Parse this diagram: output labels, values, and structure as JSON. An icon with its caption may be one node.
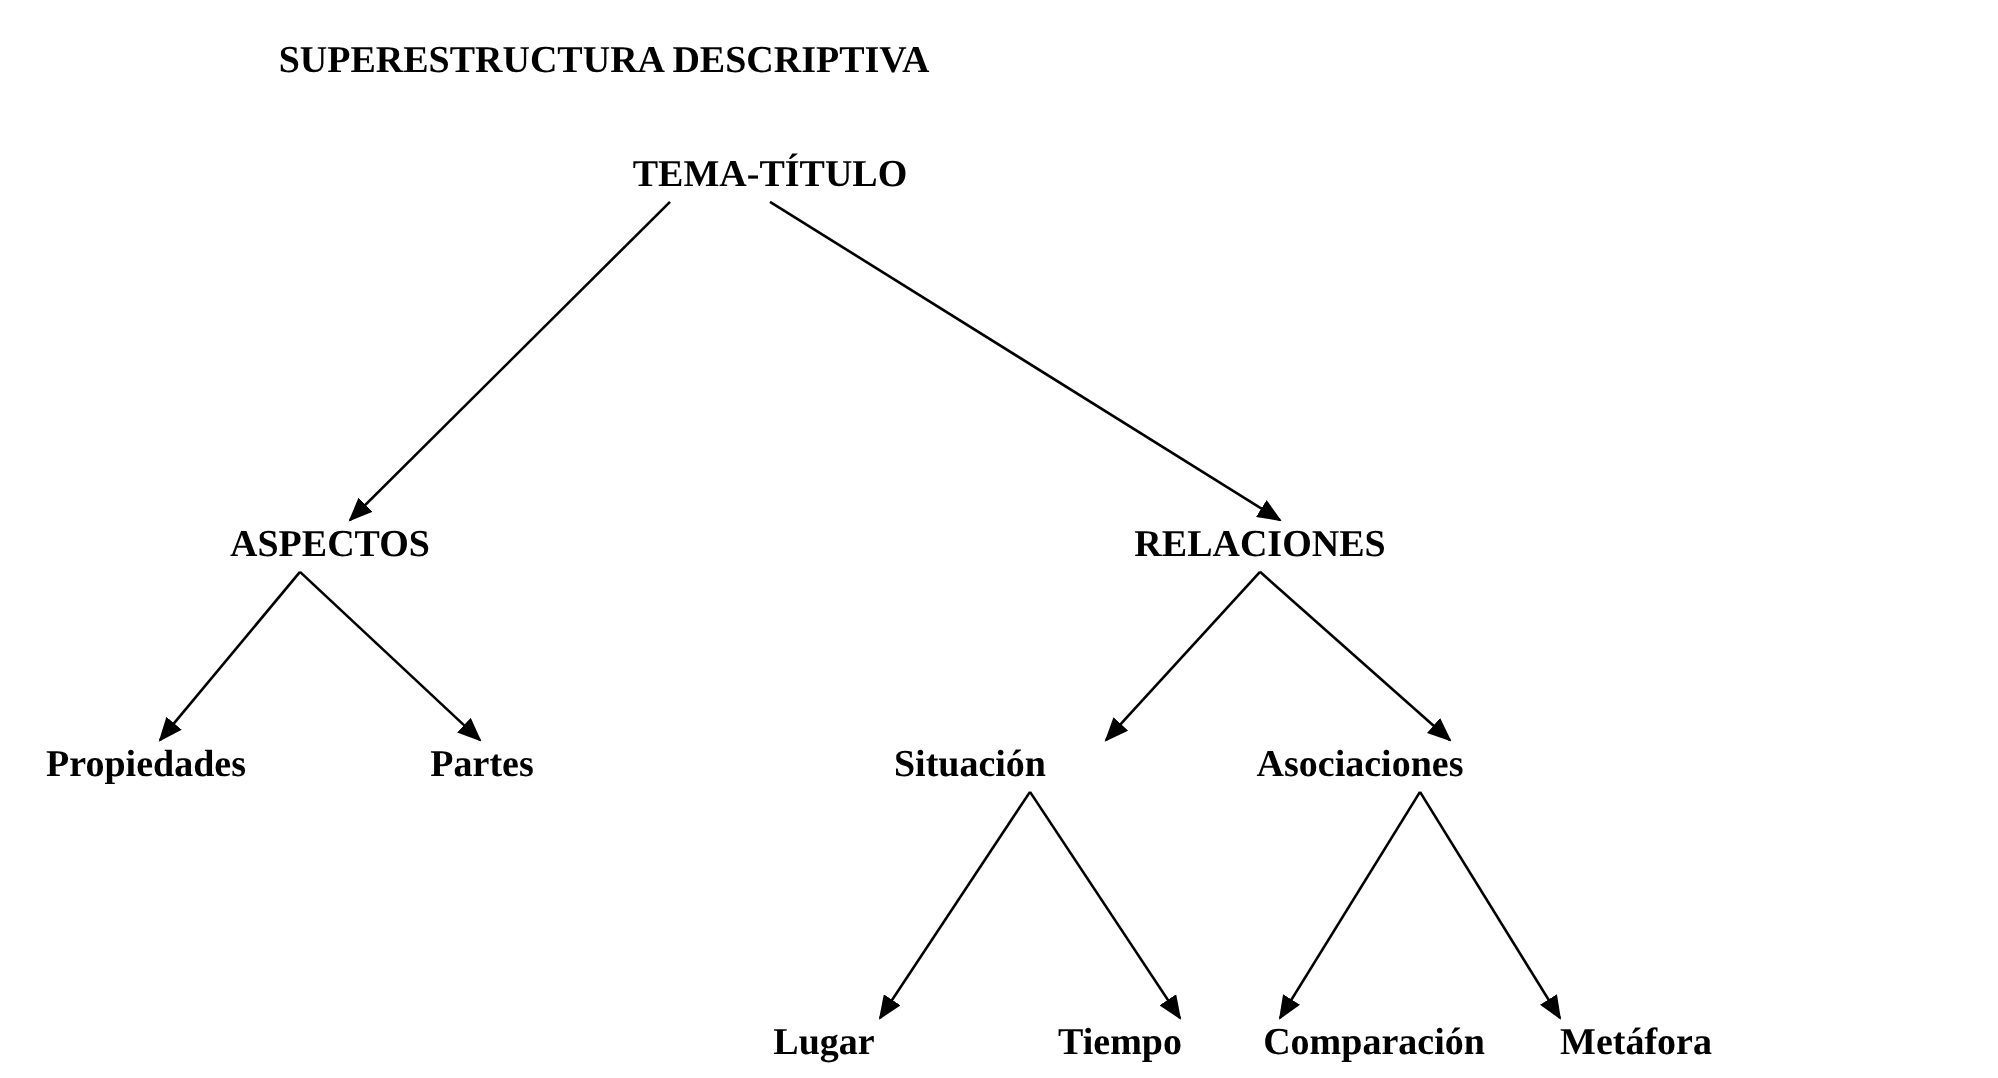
{
  "diagram": {
    "title": "SUPERESTRUCTURA DESCRIPTIVA",
    "nodes": [
      {
        "text": [
          "TEMA-TÍTULO"
        ]
      },
      {
        "text": [
          "ASPECTOS"
        ]
      },
      {
        "text": [
          "RELACIONES"
        ]
      },
      {
        "text": [
          "Propiedades"
        ]
      },
      {
        "text": [
          "Partes"
        ]
      },
      {
        "text": [
          "Situación"
        ]
      },
      {
        "text": [
          "Asociaciones"
        ]
      },
      {
        "text": [
          "Lugar"
        ]
      },
      {
        "text": [
          "Tiempo"
        ]
      },
      {
        "text": [
          "Comparación"
        ]
      },
      {
        "text": [
          "Metáfora"
        ]
      }
    ],
    "edges": [
      {
        "from": 0,
        "to": 1,
        "arrow": "to"
      },
      {
        "from": 0,
        "to": 2,
        "arrow": "to"
      },
      {
        "from": 1,
        "to": 3,
        "arrow": "to"
      },
      {
        "from": 1,
        "to": 4,
        "arrow": "to"
      },
      {
        "from": 2,
        "to": 5,
        "arrow": "to"
      },
      {
        "from": 2,
        "to": 6,
        "arrow": "to"
      },
      {
        "from": 5,
        "to": 7,
        "arrow": "to"
      },
      {
        "from": 5,
        "to": 8,
        "arrow": "to"
      },
      {
        "from": 6,
        "to": 9,
        "arrow": "to"
      },
      {
        "from": 6,
        "to": 10,
        "arrow": "to"
      }
    ]
  }
}
